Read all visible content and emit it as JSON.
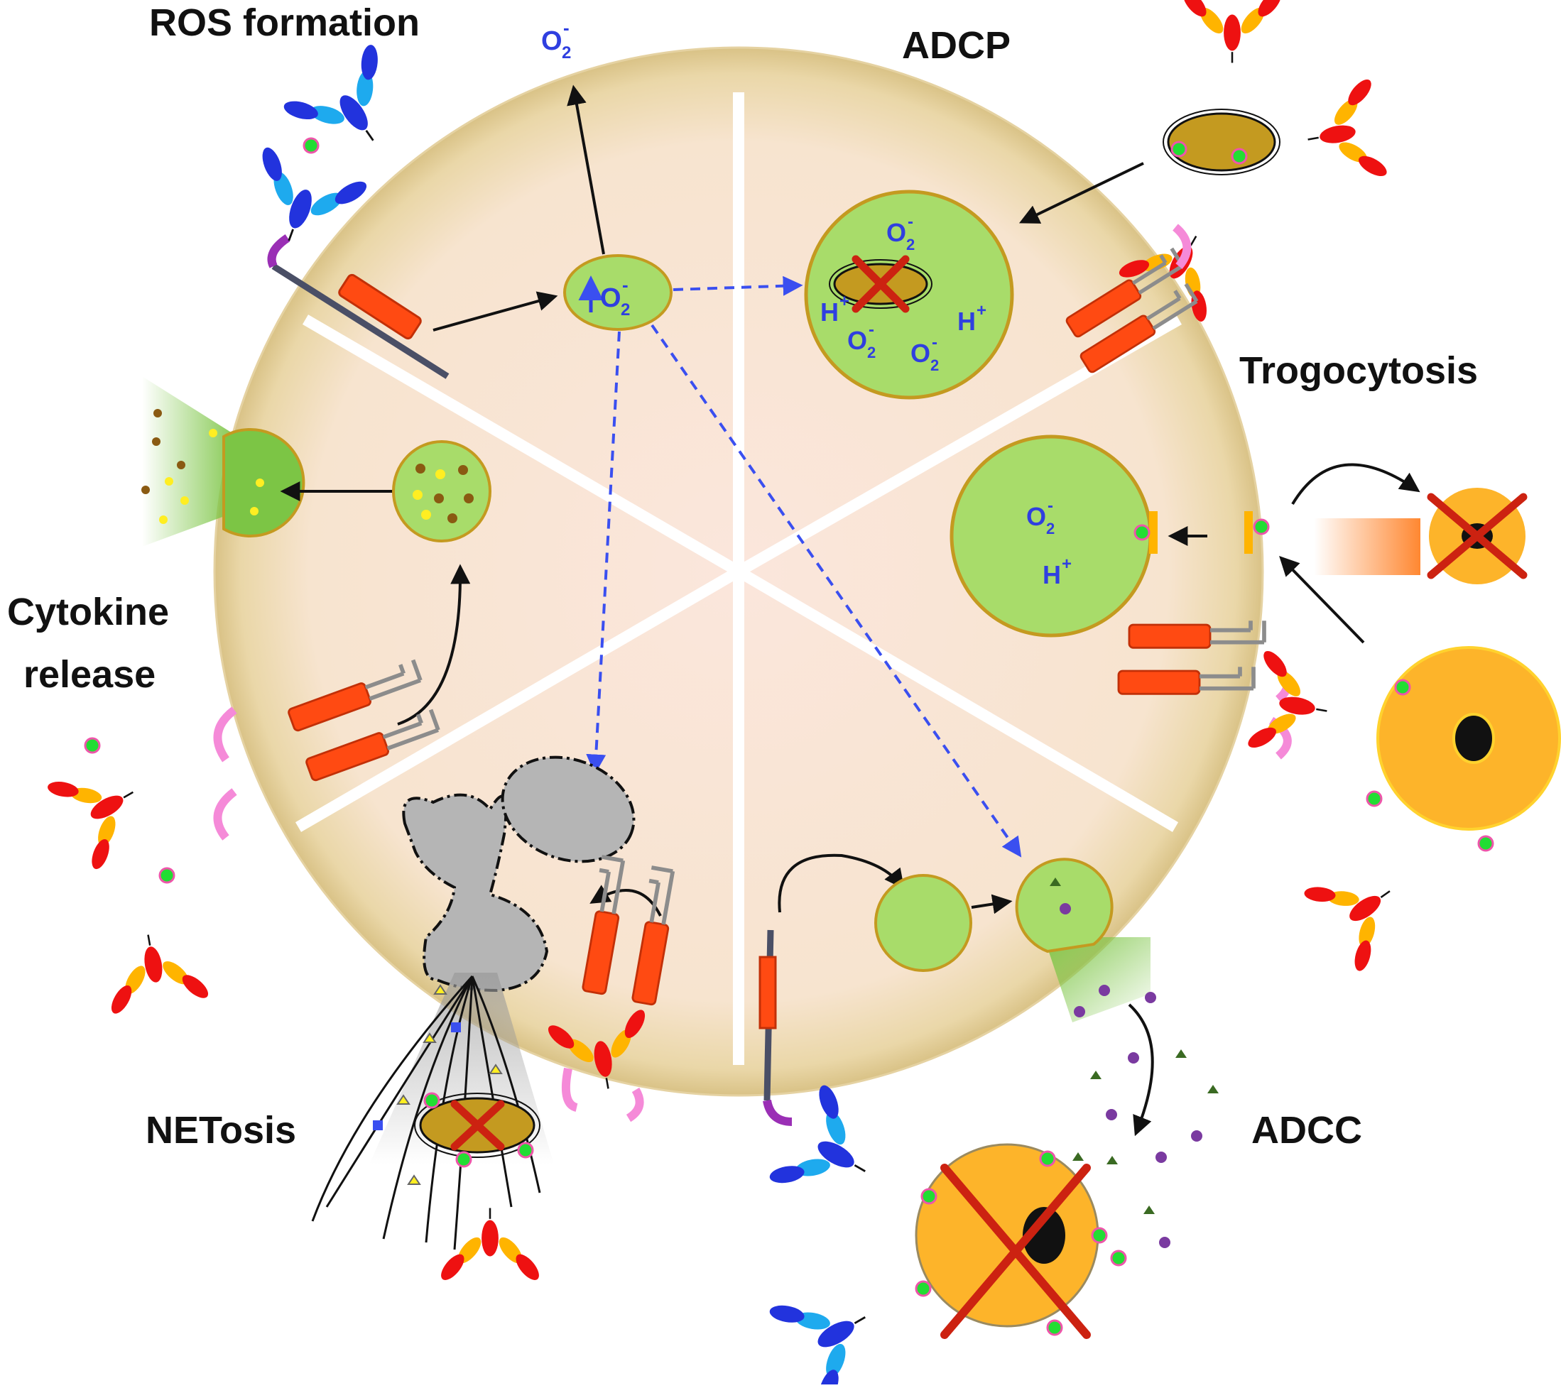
{
  "labels": {
    "ros_formation": "ROS formation",
    "adcp": "ADCP",
    "trogocytosis": "Trogocytosis",
    "cytokine_line1": "Cytokine",
    "cytokine_line2": "release",
    "netosis": "NETosis",
    "adcc": "ADCC"
  },
  "chemistry": {
    "superoxide_main": "O",
    "superoxide_sub": "2",
    "superoxide_sup": "-",
    "proton_main": "H",
    "proton_sup": "+"
  },
  "colors": {
    "cell_fill": "#f5e6cf",
    "cell_edge": "#dcc58f",
    "vesicle_fill": "#a8dc6a",
    "vesicle_edge": "#c49a20",
    "receptor_orange": "#ff4a12",
    "antibody_red": "#ee1111",
    "antibody_yellow": "#ffb400",
    "antibody_blue": "#2233dd",
    "antibody_cyan": "#1eaaee",
    "target_cell": "#fdb42a",
    "cross_red": "#cc2211",
    "ros_arrow_blue": "#3a4ff0",
    "net_grey": "#b5b5b5",
    "cytokine_green": "#6fbf3a",
    "granule_purple": "#7a3aa0"
  }
}
